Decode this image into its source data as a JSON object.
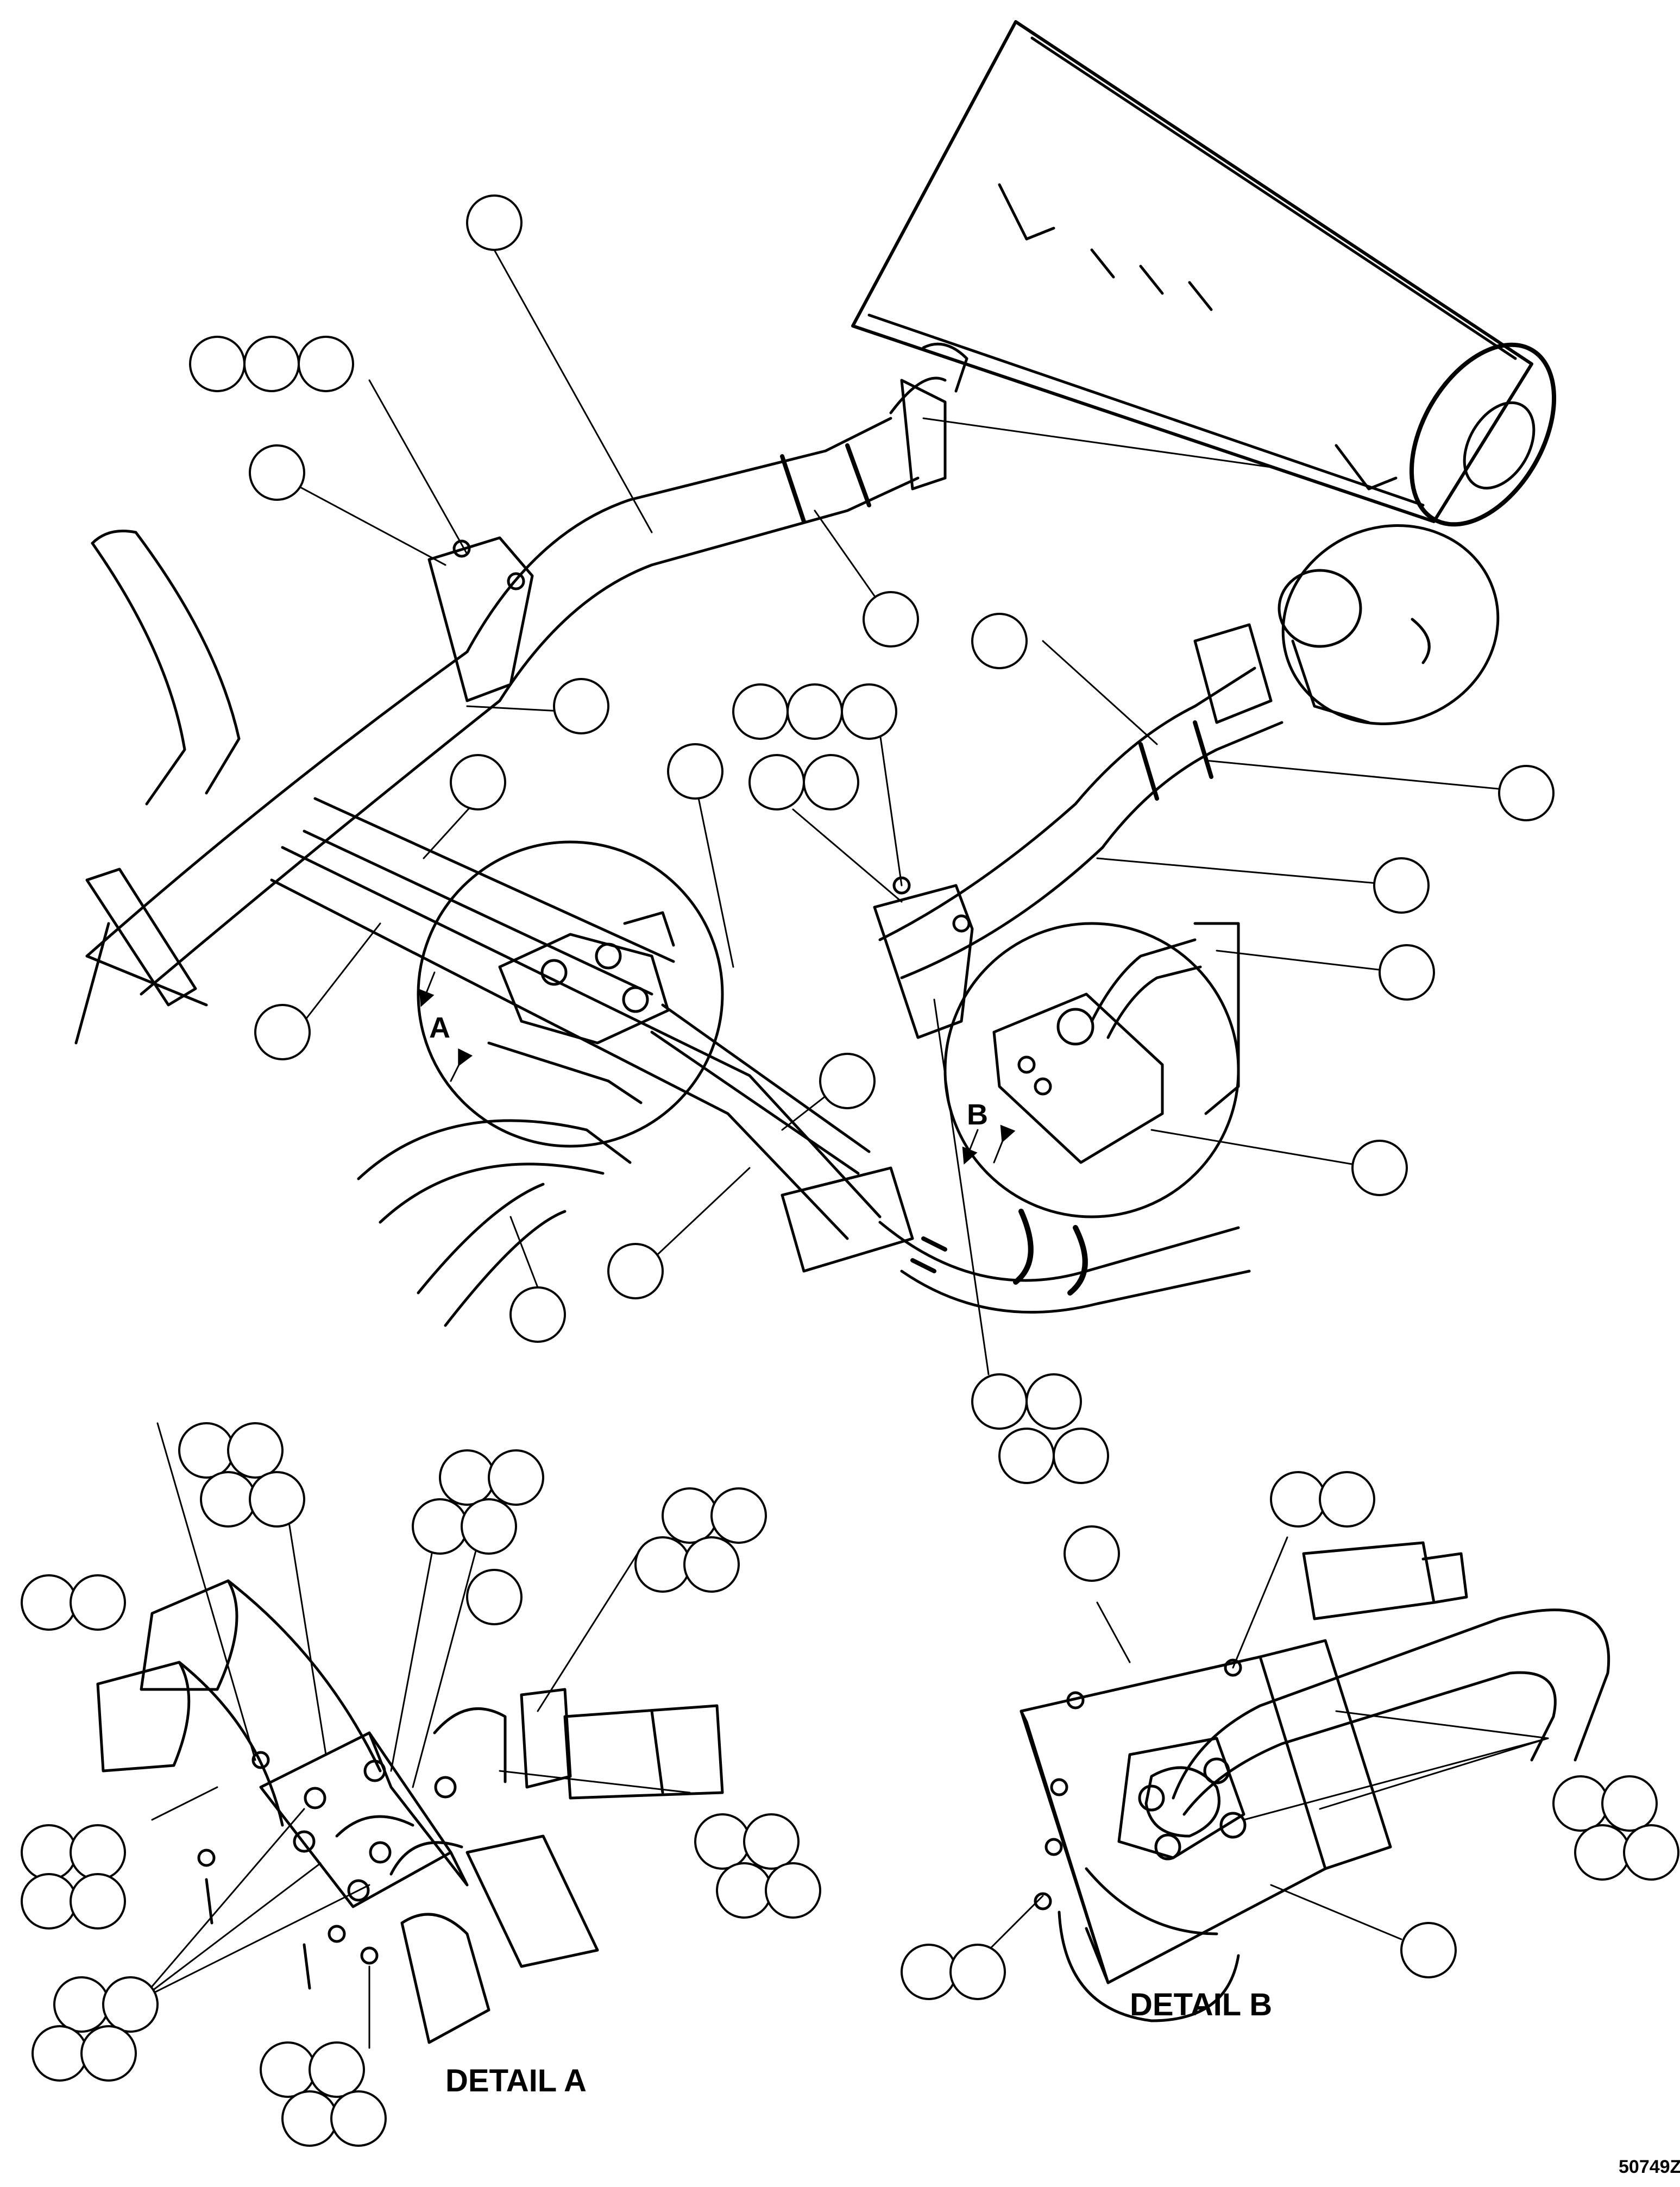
{
  "diagram": {
    "detail_a_title": "DETAIL A",
    "detail_b_title": "DETAIL B",
    "view_a_letter": "A",
    "view_b_letter": "B",
    "figure_id": "50749Z"
  },
  "colors": {
    "line": "#000000",
    "background": "#ffffff"
  }
}
